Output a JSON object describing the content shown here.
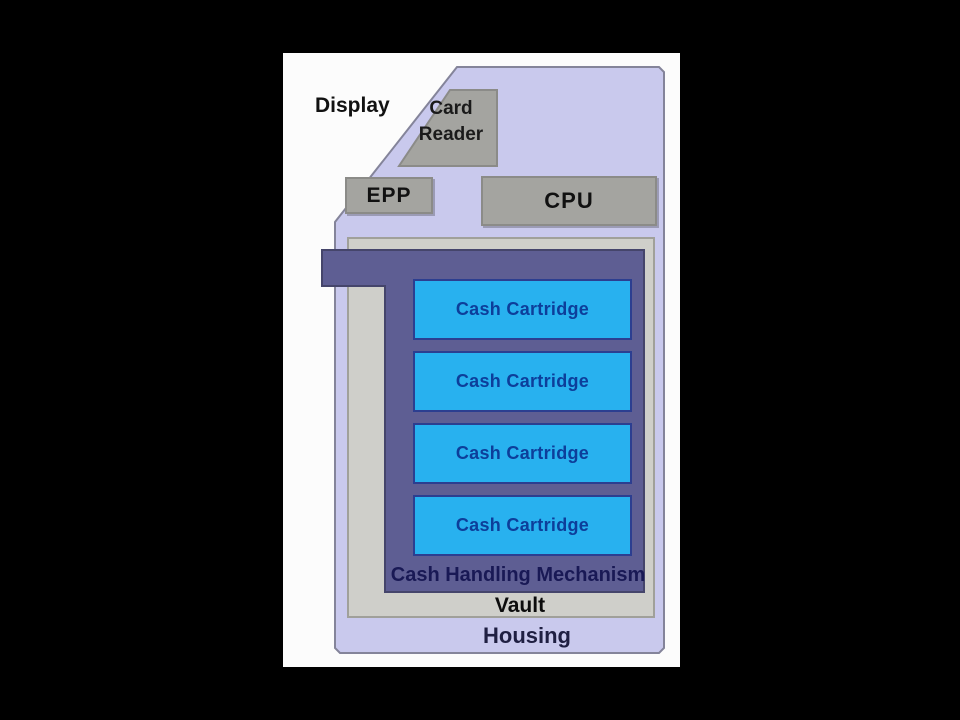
{
  "diagram": {
    "labels": {
      "display": "Display",
      "card_reader": "Card Reader",
      "epp": "EPP",
      "cpu": "CPU",
      "cash_handling_mechanism": "Cash Handling Mechanism",
      "vault": "Vault",
      "housing": "Housing"
    },
    "cartridges": [
      {
        "label": "Cash Cartridge"
      },
      {
        "label": "Cash Cartridge"
      },
      {
        "label": "Cash Cartridge"
      },
      {
        "label": "Cash Cartridge"
      }
    ],
    "colors": {
      "frame_background": "#000000",
      "slide_background": "#fcfcfc",
      "housing_fill": "#c9c9ed",
      "component_gray_fill": "#a4a4a0",
      "vault_fill": "#cfcfca",
      "mechanism_fill": "#5e5e93",
      "cartridge_fill": "#28b1ef",
      "cartridge_border": "#2c3e90",
      "cartridge_text": "#0d3e9a",
      "mechanism_text": "#191955"
    }
  }
}
